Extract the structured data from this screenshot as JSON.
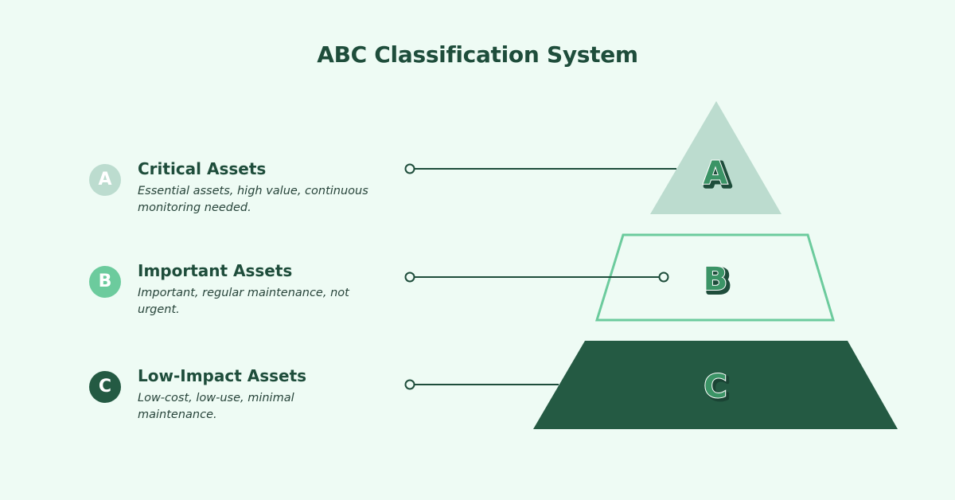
{
  "title": "ABC Classification System",
  "colors": {
    "background": "#eefbf4",
    "heading": "#1e4d3b",
    "tier_a": "#bcdccf",
    "tier_b_outline": "#6ccb9d",
    "tier_c": "#245a43",
    "letter_fill": "#3b9466"
  },
  "items": [
    {
      "badge": "A",
      "label": "Critical Assets",
      "description": "Essential assets, high value, continuous monitoring needed."
    },
    {
      "badge": "B",
      "label": "Important Assets",
      "description": "Important, regular maintenance, not urgent."
    },
    {
      "badge": "C",
      "label": "Low-Impact Assets",
      "description": "Low-cost, low-use, minimal maintenance."
    }
  ],
  "pyramid": {
    "tiers": [
      {
        "letter": "A",
        "style": "filled-light"
      },
      {
        "letter": "B",
        "style": "outline"
      },
      {
        "letter": "C",
        "style": "filled-dark"
      }
    ]
  }
}
